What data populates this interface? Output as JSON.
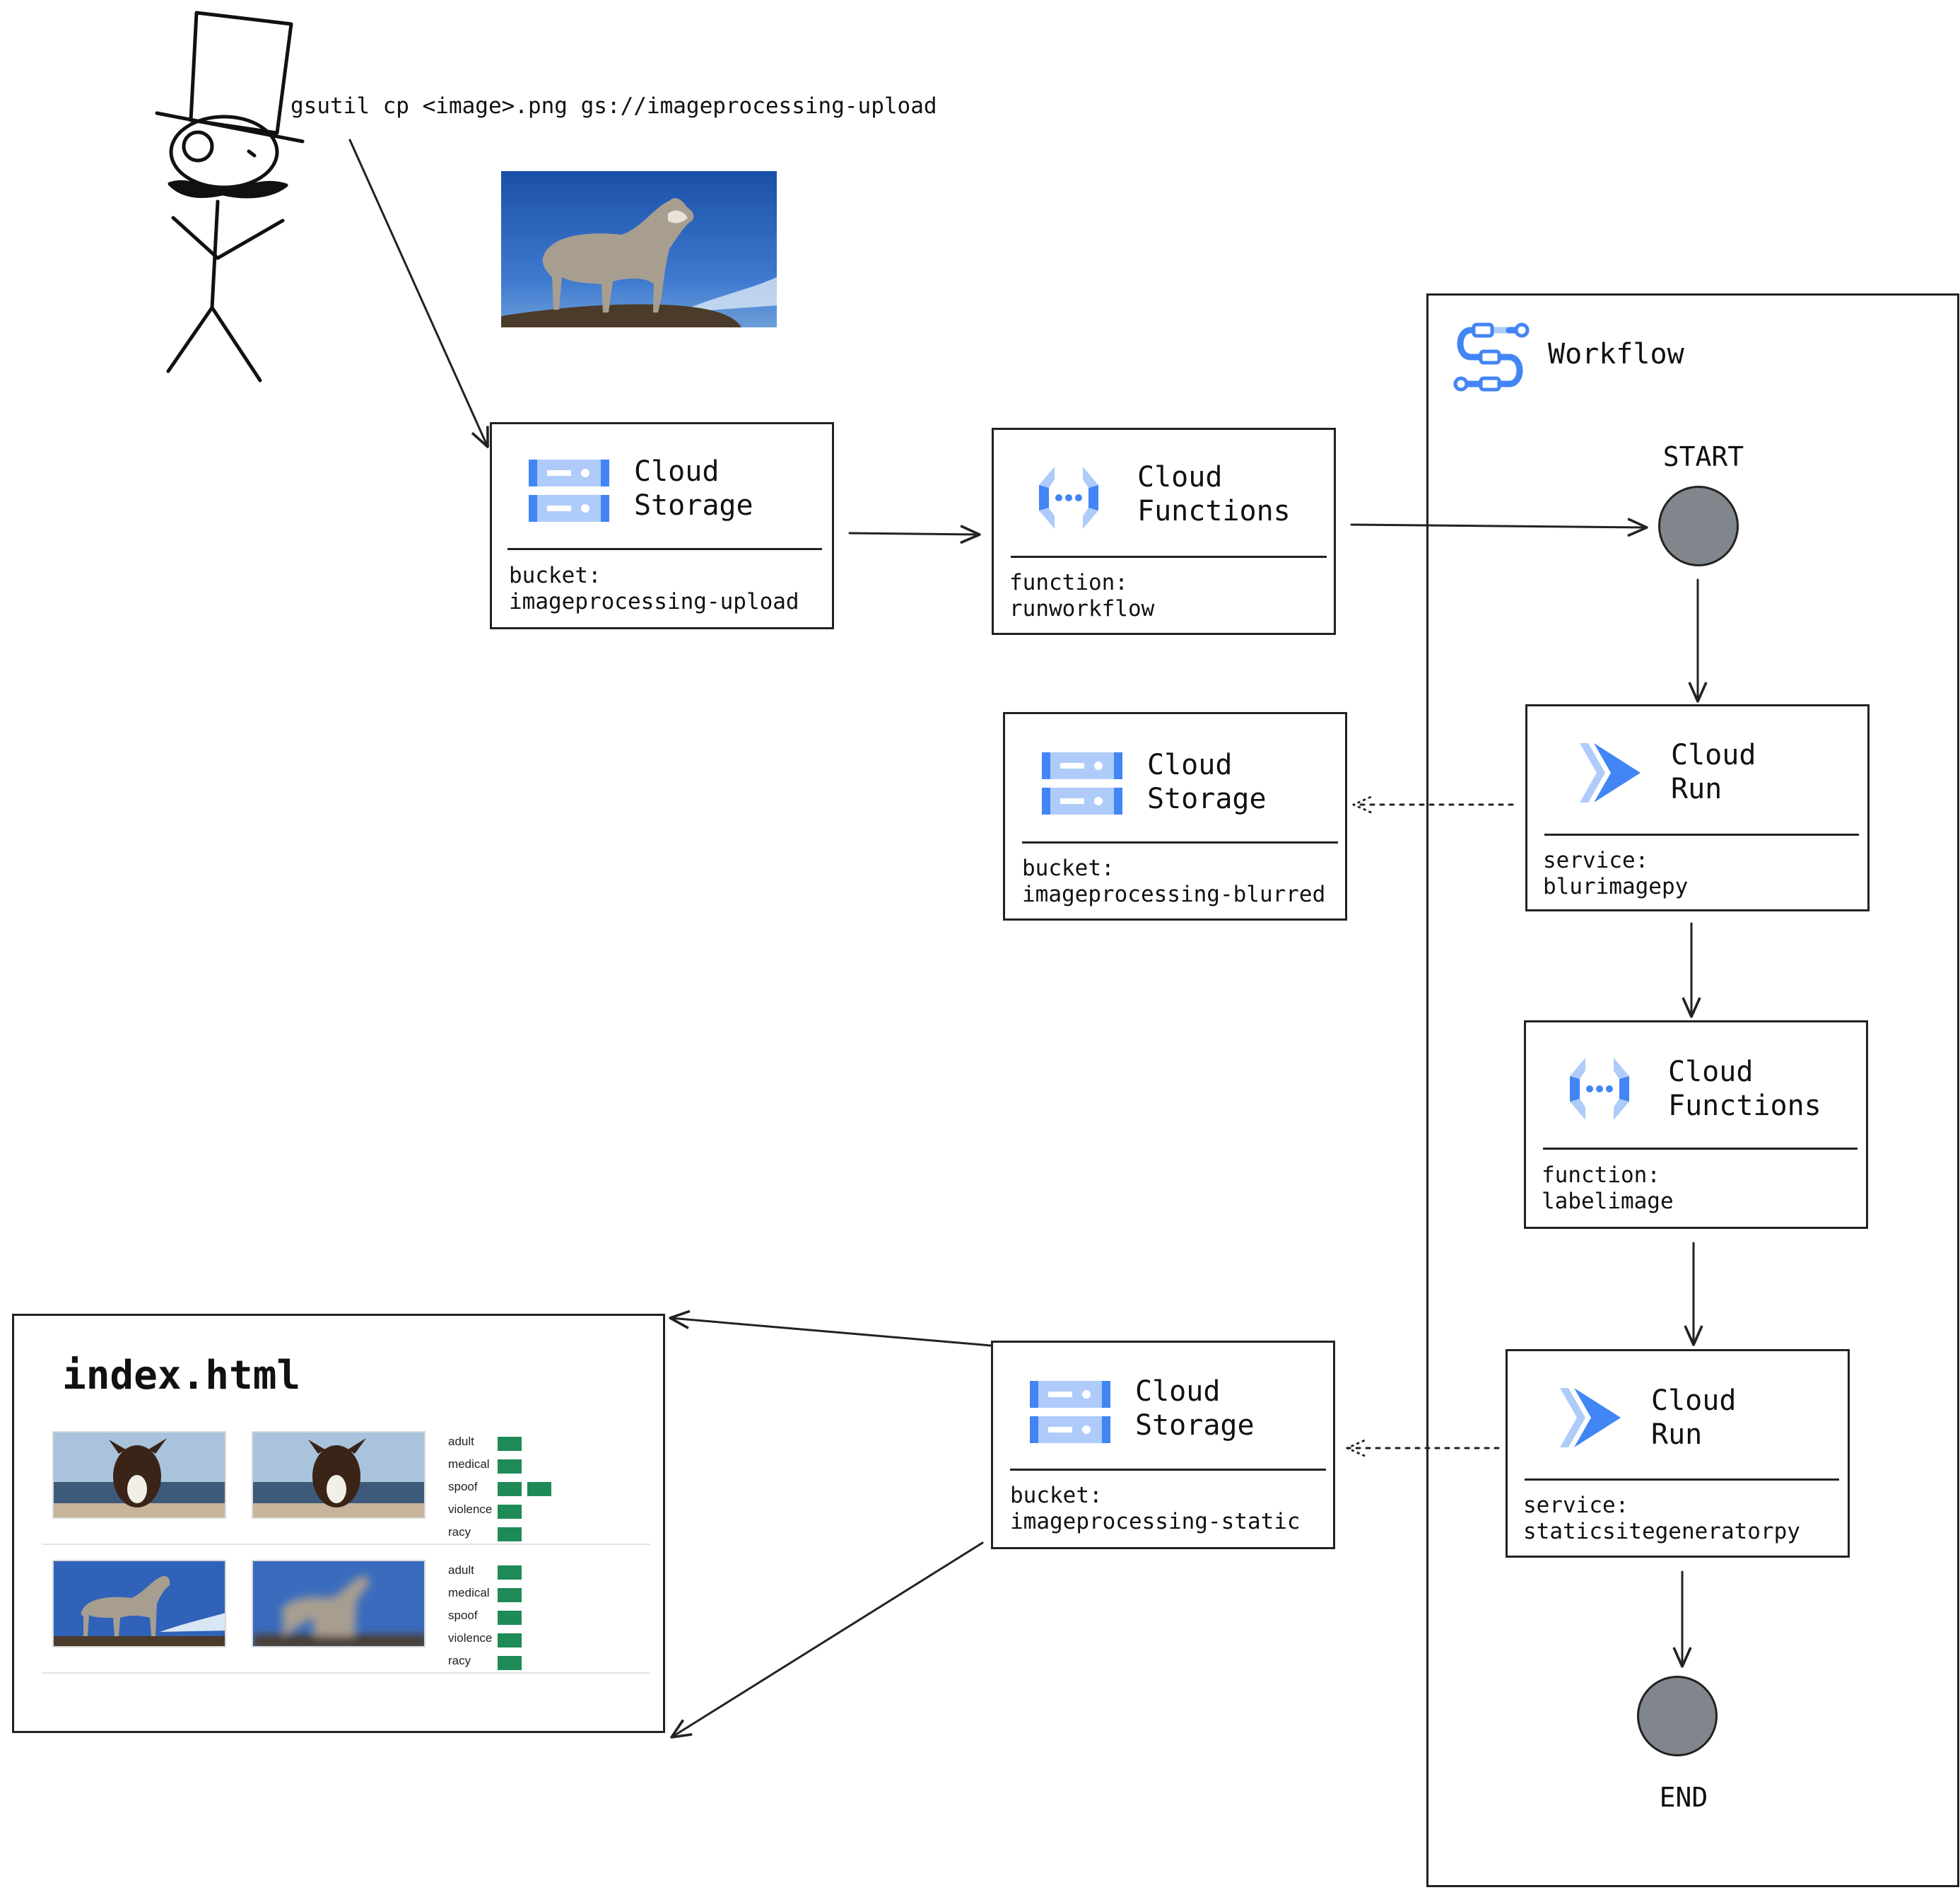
{
  "command": "gsutil cp <image>.png  gs://imageprocessing-upload",
  "workflow": {
    "title": "Workflow",
    "start_label": "START",
    "end_label": "END"
  },
  "nodes": {
    "upload_storage": {
      "title_1": "Cloud",
      "title_2": "Storage",
      "sub_1": "bucket:",
      "sub_2": "imageprocessing-upload"
    },
    "trigger_function": {
      "title_1": "Cloud",
      "title_2": "Functions",
      "sub_1": "function:",
      "sub_2": "runworkflow"
    },
    "blurred_storage": {
      "title_1": "Cloud",
      "title_2": "Storage",
      "sub_1": "bucket:",
      "sub_2": "imageprocessing-blurred"
    },
    "blur_run": {
      "title_1": "Cloud",
      "title_2": "Run",
      "sub_1": "service:",
      "sub_2": "blurimagepy"
    },
    "label_function": {
      "title_1": "Cloud",
      "title_2": "Functions",
      "sub_1": "function:",
      "sub_2": "labelimage"
    },
    "static_run": {
      "title_1": "Cloud",
      "title_2": "Run",
      "sub_1": "service:",
      "sub_2": "staticsitegeneratorpy"
    },
    "static_storage": {
      "title_1": "Cloud",
      "title_2": "Storage",
      "sub_1": "bucket:",
      "sub_2": "imageprocessing-static"
    }
  },
  "index_page": {
    "title": "index.html",
    "rows": [
      {
        "labels": [
          "adult",
          "medical",
          "spoof",
          "violence",
          "racy"
        ],
        "levels": [
          1,
          1,
          2,
          1,
          1
        ]
      },
      {
        "labels": [
          "adult",
          "medical",
          "spoof",
          "violence",
          "racy"
        ],
        "levels": [
          1,
          1,
          1,
          1,
          1
        ]
      }
    ]
  },
  "colors": {
    "gcp_blue_dark": "#4285f4",
    "gcp_blue_light": "#aecbfa",
    "terminal_gray": "#80868b",
    "bar_green": "#1e8a56",
    "ink": "#222222"
  },
  "icons": [
    "storage-icon",
    "functions-icon",
    "run-icon",
    "workflows-icon",
    "stick-figure-icon"
  ]
}
